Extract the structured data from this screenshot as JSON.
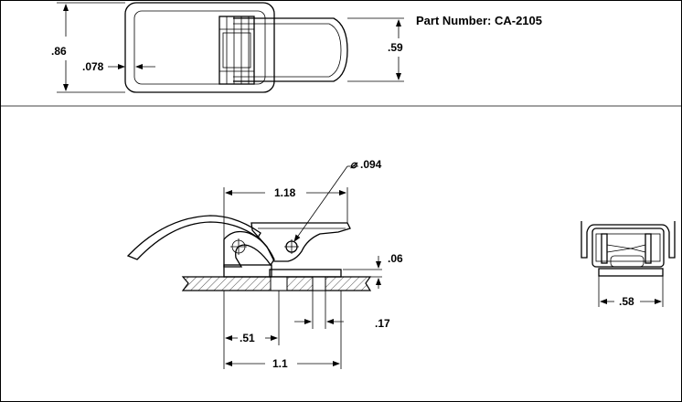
{
  "title": "Part Number: CA-2105",
  "dimensions": {
    "height_top": ".86",
    "wall_thickness": ".078",
    "width_strap": ".59",
    "hole_diameter": ".094",
    "length_upper": "1.18",
    "offset_plate": ".06",
    "slot_width": ".17",
    "pivot_offset": ".51",
    "overall_length": "1.1",
    "end_width": ".58"
  },
  "diameter_symbol": "⌀"
}
